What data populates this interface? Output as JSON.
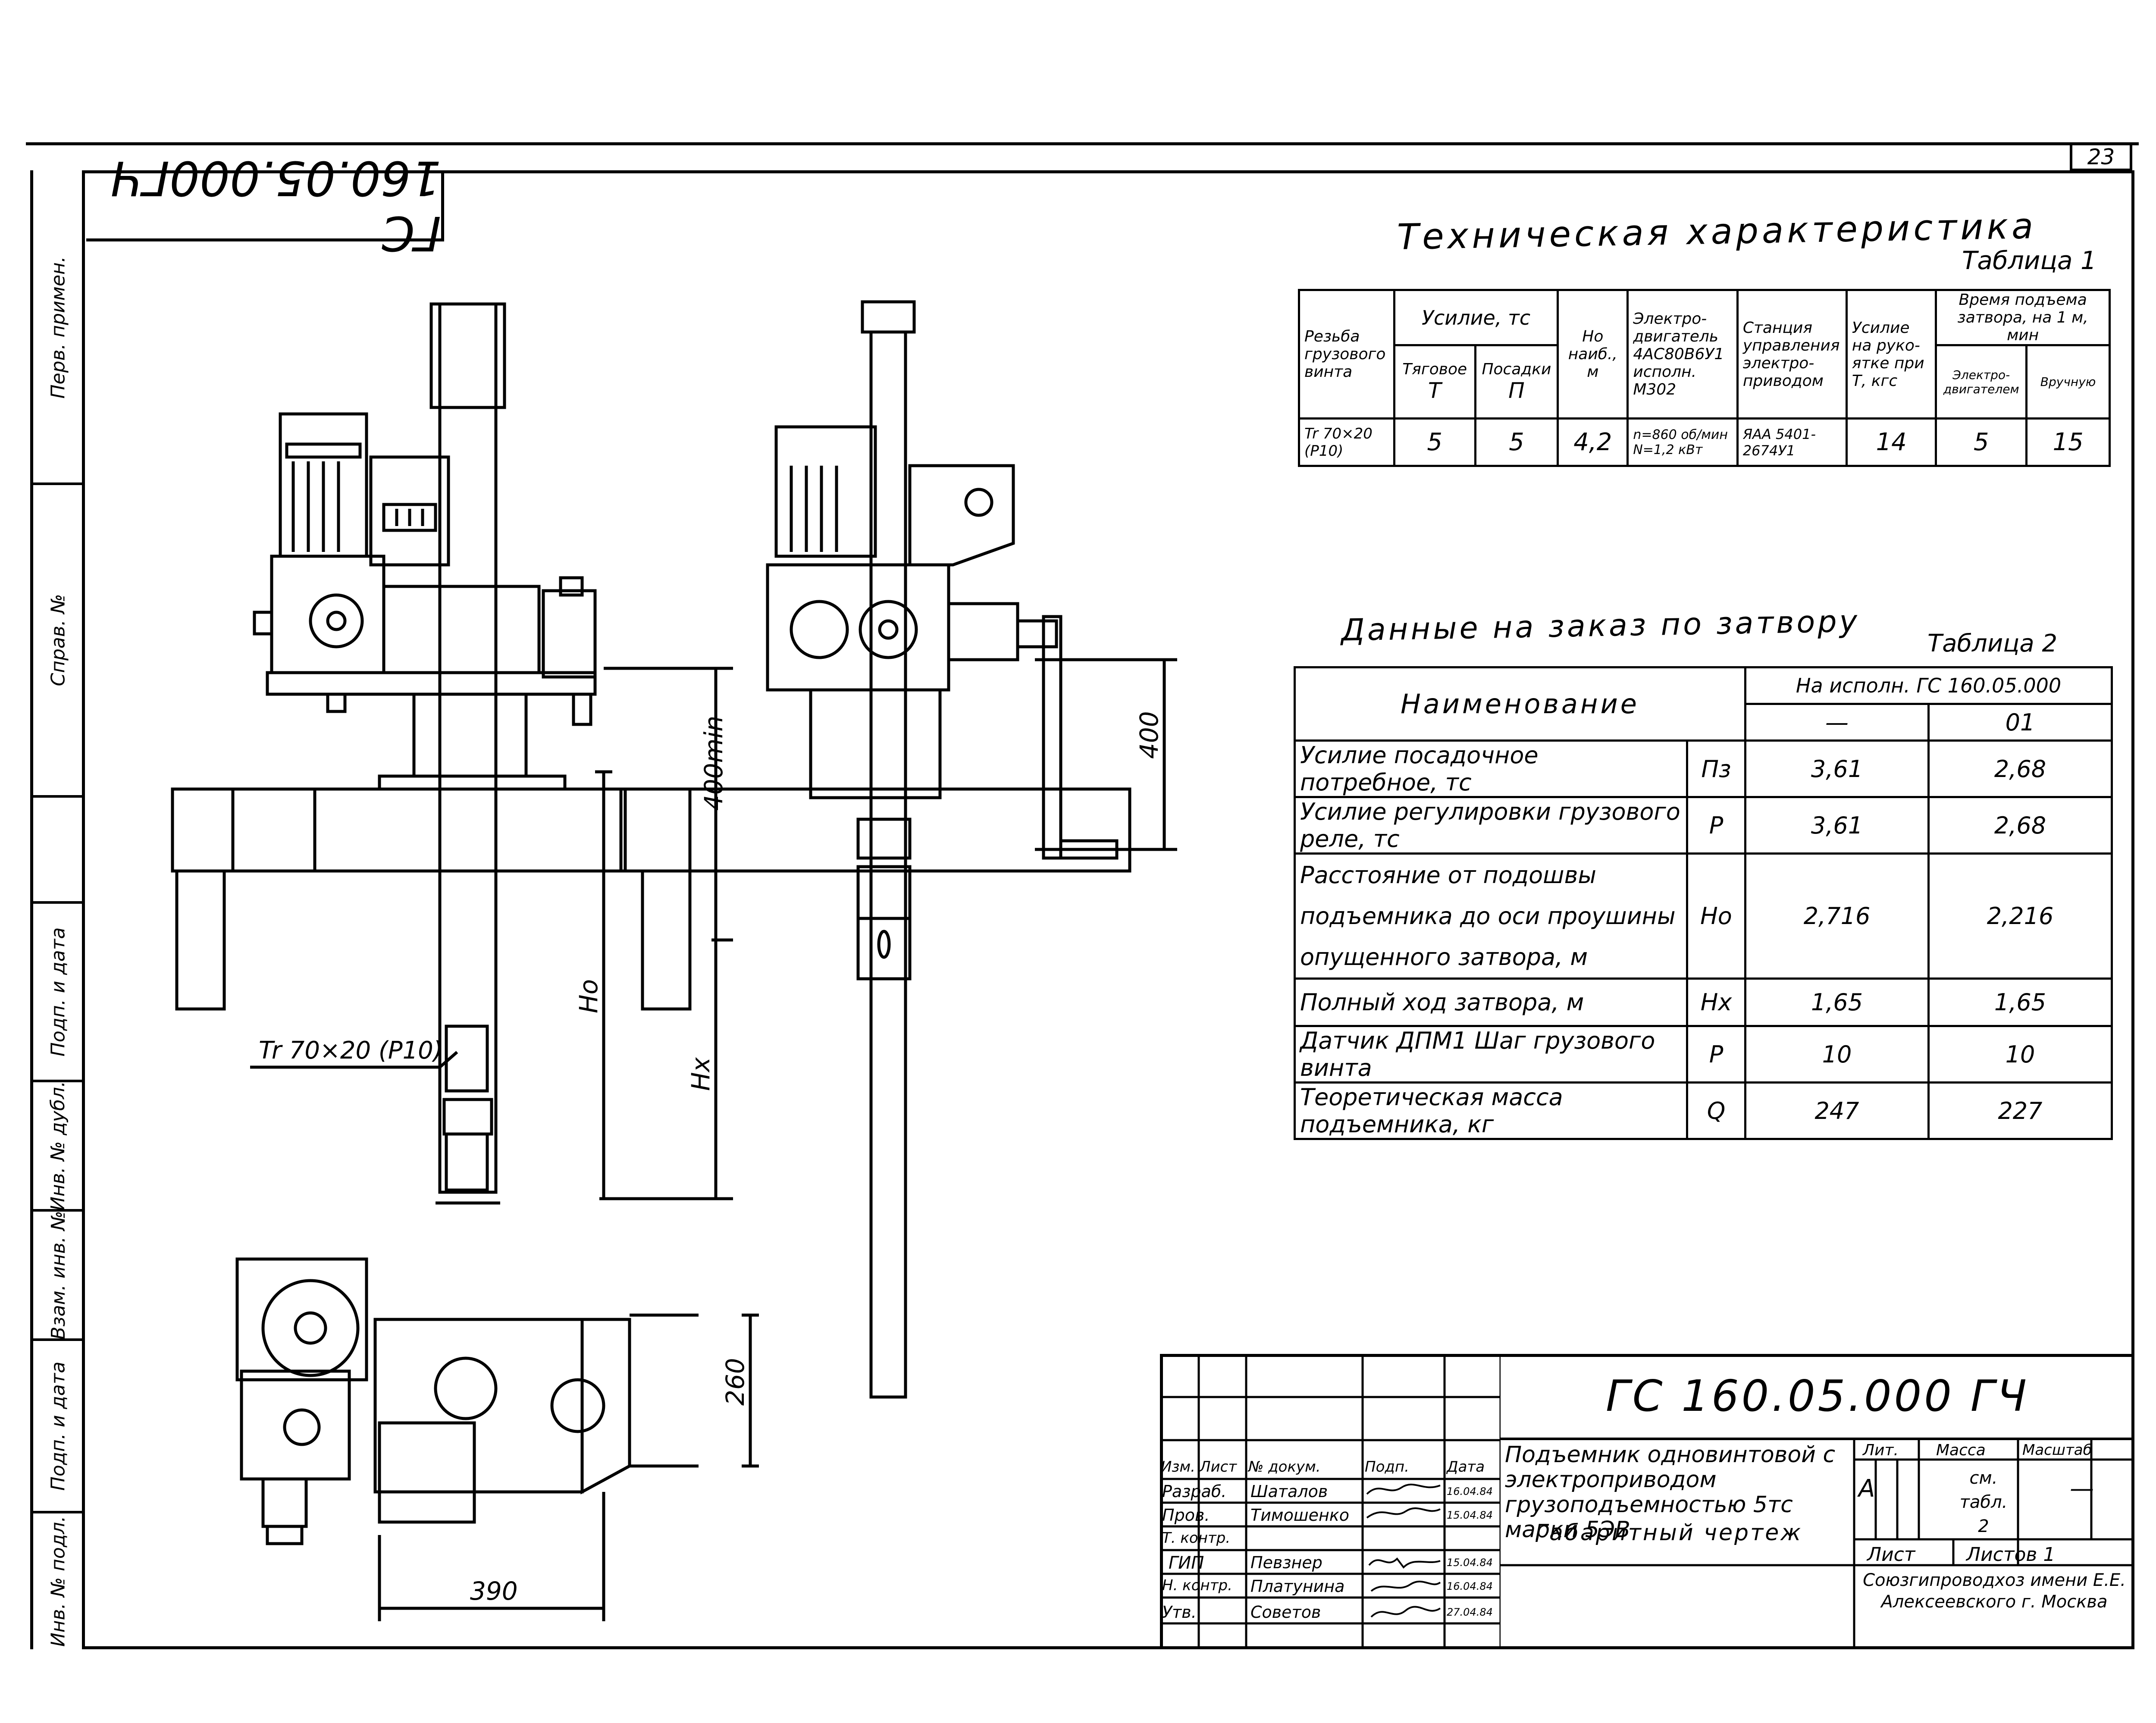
{
  "sheet": {
    "page_number": "23",
    "mirrored_code": "ГС 160.05.000ГЧ"
  },
  "side_stamps": [
    "Перв. примен.",
    "Справ. №",
    "Подп. и дата",
    "Инв. № дубл.",
    "Взам. инв. №",
    "Подп. и дата",
    "Инв. № подл."
  ],
  "drawing": {
    "front_view": {
      "thread_label": "Tr 70×20 (P10)",
      "dim_400min": "400min",
      "dim_ho": "Hо",
      "dim_hx": "Hх"
    },
    "side_view": {
      "dim_400": "400"
    },
    "plan_view": {
      "dim_260": "260",
      "dim_390": "390"
    }
  },
  "table1": {
    "title": "Техническая характеристика",
    "caption": "Таблица 1",
    "headers": {
      "thread": "Резьба грузового винта",
      "force": "Усилие, тс",
      "force_traction": "Тяговое",
      "force_traction_sym": "Т",
      "force_landing": "Посадки",
      "force_landing_sym": "П",
      "height": "Hо наиб., м",
      "motor": "Электро-двигатель 4АС80В6У1 исполн. М302",
      "station": "Станция управления электро-приводом",
      "handle": "Усилие на руко-ятке при Т, кгс",
      "time": "Время подъема затвора, на 1 м, мин",
      "time_electric": "Электро-двигателем",
      "time_manual": "Вручную"
    },
    "row": {
      "thread": "Tr 70×20 (P10)",
      "traction": "5",
      "landing": "5",
      "height": "4,2",
      "motor": "n=860 об/мин N=1,2 кВт",
      "station": "ЯАА 5401-2674У1",
      "handle": "14",
      "time_electric": "5",
      "time_manual": "15"
    }
  },
  "table2": {
    "title": "Данные на заказ по затвору",
    "caption": "Таблица 2",
    "header_name": "Наименование",
    "header_exec": "На исполн. ГС 160.05.000",
    "col_a": "—",
    "col_b": "01",
    "rows": [
      {
        "name": "Усилие посадочное потребное, тс",
        "sym": "Пз",
        "a": "3,61",
        "b": "2,68"
      },
      {
        "name": "Усилие регулировки грузового реле, тс",
        "sym": "Р",
        "a": "3,61",
        "b": "2,68"
      },
      {
        "name": "Расстояние от подошвы подъемника до оси проушины опущенного затвора, м",
        "sym": "Hо",
        "a": "2,716",
        "b": "2,216"
      },
      {
        "name": "Полный ход затвора, м",
        "sym": "Hх",
        "a": "1,65",
        "b": "1,65"
      },
      {
        "name": "Датчик ДПМ1 Шаг грузового винта",
        "sym": "Р",
        "a": "10",
        "b": "10"
      },
      {
        "name": "Теоретическая масса подъемника, кг",
        "sym": "Q",
        "a": "247",
        "b": "227"
      }
    ]
  },
  "title_block": {
    "code": "ГС 160.05.000 ГЧ",
    "name": "Подъемник одновинтовой с электроприводом грузоподъемностью 5тс марки 5ЭВ",
    "doc_type": "Габаритный чертеж",
    "col_headers": [
      "Изм.",
      "Лист",
      "№ докум.",
      "Подп.",
      "Дата"
    ],
    "people": [
      {
        "role": "Разраб.",
        "name": "Шаталов",
        "date": "16.04.84"
      },
      {
        "role": "Пров.",
        "name": "Тимошенко",
        "date": "15.04.84"
      },
      {
        "role": "Т. контр.",
        "name": "",
        "date": ""
      },
      {
        "role": "ГИП",
        "name": "Певзнер",
        "date": "15.04.84"
      },
      {
        "role": "Н. контр.",
        "name": "Платунина",
        "date": "16.04.84"
      },
      {
        "role": "Утв.",
        "name": "Советов",
        "date": "27.04.84"
      }
    ],
    "lit_label": "Лит.",
    "lit_value": "А",
    "mass_label": "Масса",
    "mass_value": "см. табл. 2",
    "scale_label": "Масштаб",
    "scale_value": "—",
    "sheet_label": "Лист",
    "sheets_label": "Листов 1",
    "org": "Союзгипроводхоз имени Е.Е. Алексеевского г. Москва"
  }
}
